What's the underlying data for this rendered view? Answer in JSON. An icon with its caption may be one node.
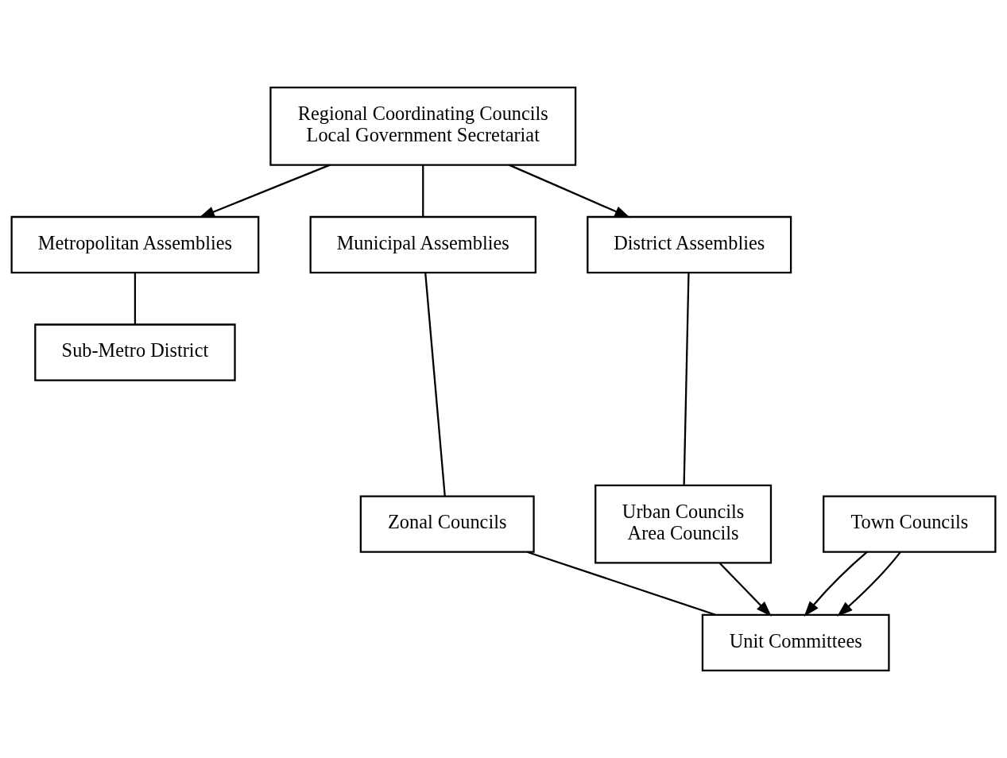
{
  "diagram": {
    "nodes": [
      {
        "text": [
          "Regional Coordinating Councils",
          "Local Government Secretariat"
        ]
      },
      {
        "text": [
          "Metropolitan Assemblies"
        ]
      },
      {
        "text": [
          "Municipal Assemblies"
        ]
      },
      {
        "text": [
          "District Assemblies"
        ]
      },
      {
        "text": [
          "Sub-Metro District"
        ]
      },
      {
        "text": [
          "Town Councils"
        ]
      },
      {
        "text": [
          "Zonal Councils"
        ]
      },
      {
        "text": [
          "Urban Councils",
          "Area Councils"
        ]
      },
      {
        "text": [
          "Unit Committees"
        ]
      }
    ],
    "edges": [
      {
        "from": 0,
        "to": 1,
        "arrow": "to"
      },
      {
        "from": 0,
        "to": 2,
        "arrow": "none"
      },
      {
        "from": 0,
        "to": 3,
        "arrow": "to"
      },
      {
        "from": 1,
        "to": 4,
        "arrow": "none"
      },
      {
        "from": 2,
        "to": 6,
        "arrow": "none"
      },
      {
        "from": 3,
        "to": 7,
        "arrow": "none"
      },
      {
        "from": 5,
        "to": 8,
        "arrow": "to"
      },
      {
        "from": 5,
        "to": 8,
        "arrow": "to"
      },
      {
        "from": 6,
        "to": 8,
        "arrow": "none"
      },
      {
        "from": 7,
        "to": 8,
        "arrow": "to"
      }
    ]
  }
}
